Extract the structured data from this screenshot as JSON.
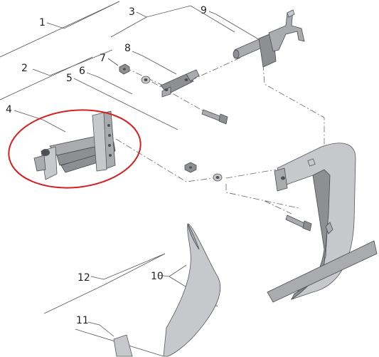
{
  "callouts": [
    {
      "label": "1"
    },
    {
      "label": "2"
    },
    {
      "label": "3"
    },
    {
      "label": "4"
    },
    {
      "label": "5"
    },
    {
      "label": "6"
    },
    {
      "label": "7"
    },
    {
      "label": "8"
    },
    {
      "label": "9"
    },
    {
      "label": "10"
    },
    {
      "label": "11"
    },
    {
      "label": "12"
    }
  ],
  "highlight": {
    "color": "#d42020",
    "target": "4"
  },
  "colors": {
    "part_dark": "#8d8f93",
    "part_light": "#c6c8cb",
    "line": "#555555"
  }
}
